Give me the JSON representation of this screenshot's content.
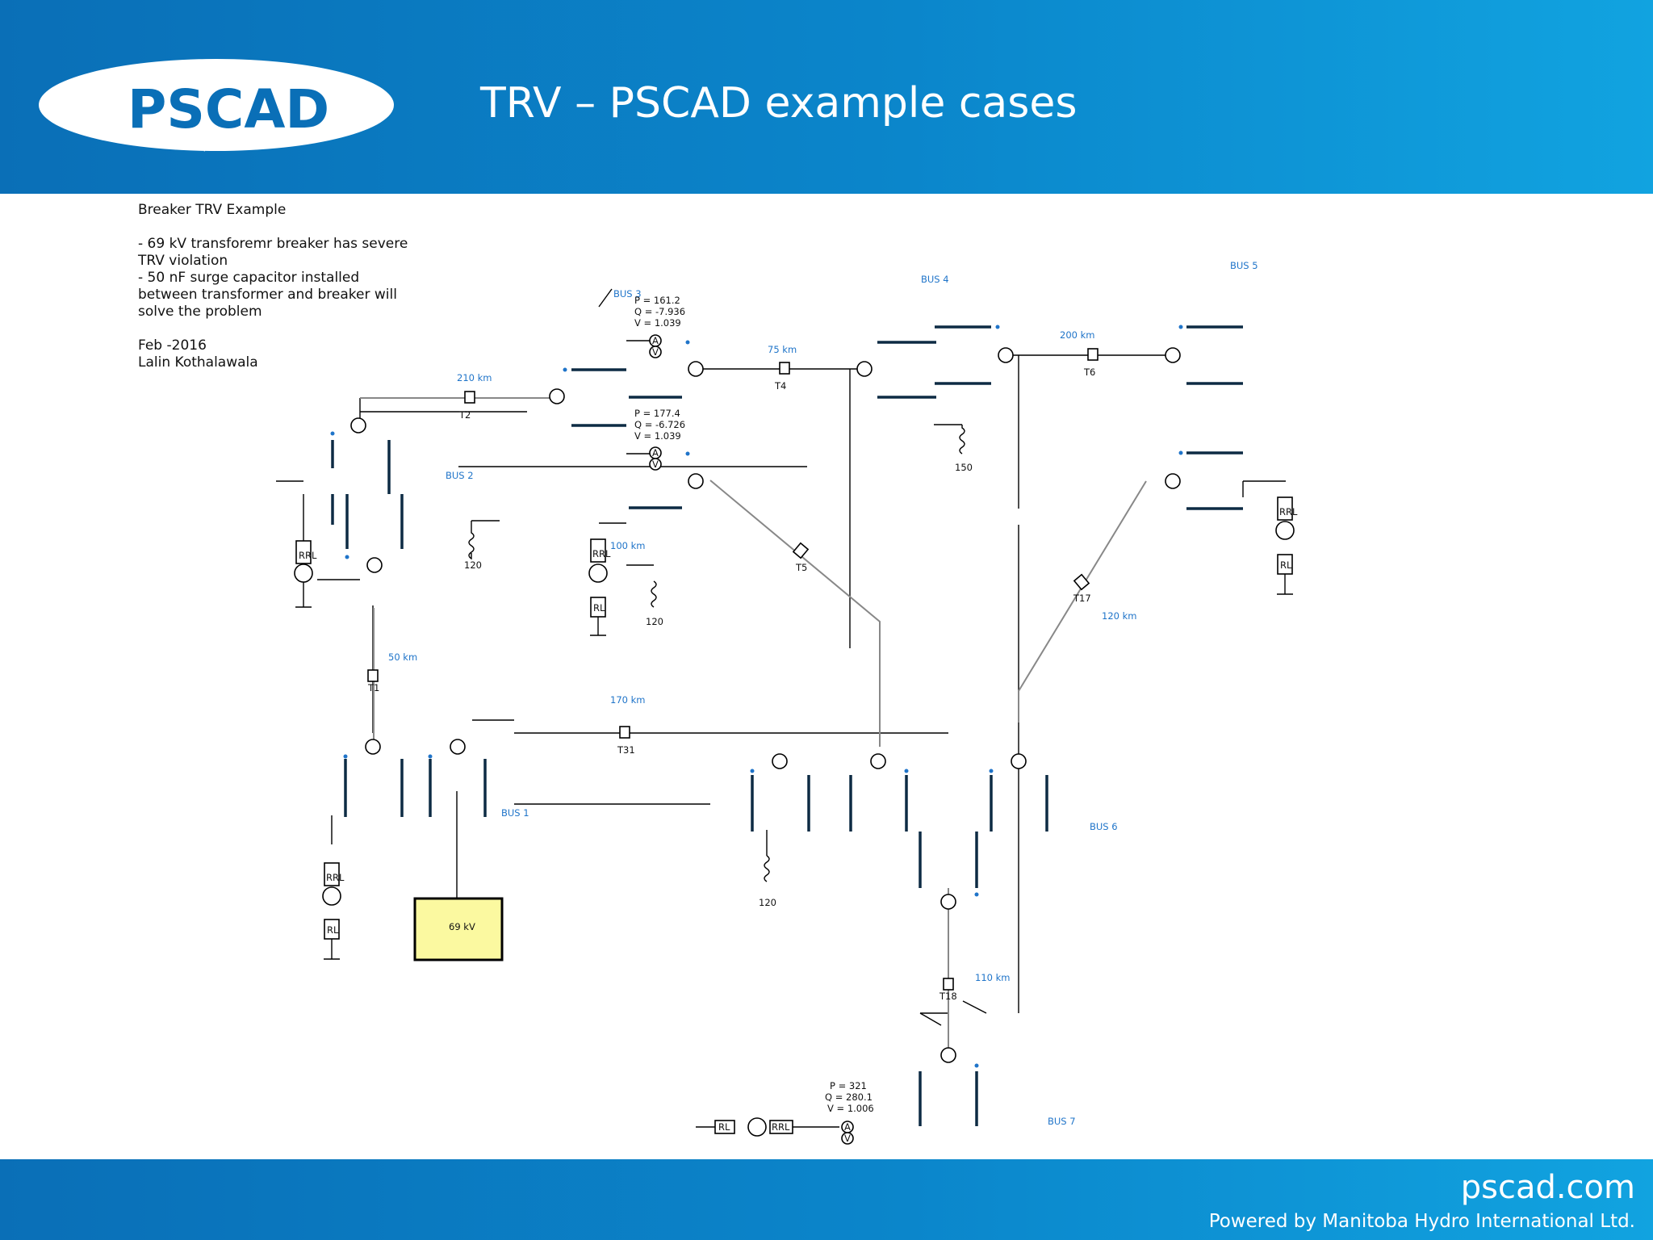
{
  "slide": {
    "title": "TRV – PSCAD example cases",
    "logo_text": "PSCAD",
    "footer_url": "pscad.com",
    "footer_tagline": "Powered by Manitoba Hydro International Ltd."
  },
  "notes": {
    "heading": "Breaker TRV Example",
    "lines": [
      "- 69 kV transforemr breaker has severe",
      "TRV violation",
      "- 50 nF surge capacitor installed",
      "between transformer and breaker will",
      "solve the problem"
    ],
    "date": "Feb -2016",
    "author": "Lalin Kothalawala"
  },
  "buses": {
    "bus1": "BUS 1",
    "bus2": "BUS 2",
    "bus3": "BUS 3",
    "bus4": "BUS 4",
    "bus5": "BUS 5",
    "bus6": "BUS 6",
    "bus7": "BUS 7"
  },
  "lines": {
    "t1": {
      "name": "T1",
      "length": "50 km"
    },
    "t2": {
      "name": "T2",
      "length": "210 km"
    },
    "t4": {
      "name": "T4",
      "length": "75 km"
    },
    "t5": {
      "name": "T5",
      "length": "100 km"
    },
    "t6": {
      "name": "T6",
      "length": "200 km"
    },
    "t17": {
      "name": "T17",
      "length": "120 km"
    },
    "t18": {
      "name": "T18",
      "length": "110 km"
    },
    "t31": {
      "name": "T31",
      "length": "170 km"
    }
  },
  "meters": {
    "m1": {
      "p": "P = 161.2",
      "q": "Q = -7.936",
      "v": "V = 1.039"
    },
    "m2": {
      "p": "P = 177.4",
      "q": "Q = -6.726",
      "v": "V = 1.039"
    },
    "m3": {
      "p": "P = 321",
      "q": "Q = 280.1",
      "v": "V = 1.006"
    }
  },
  "loads": {
    "l_bus2": "120",
    "l_mid": "120",
    "l_bus4": "150",
    "l_bus6": "120"
  },
  "components": {
    "rrl": "RRL",
    "rl": "RL",
    "ammeter": "A",
    "voltmeter": "V"
  },
  "transformer_box": "69 kV",
  "colors": {
    "header_blue": "#0b86cb",
    "bus_color": "#0d2b44",
    "label_blue": "#1f74c9",
    "box_fill": "#fbf9a0"
  }
}
